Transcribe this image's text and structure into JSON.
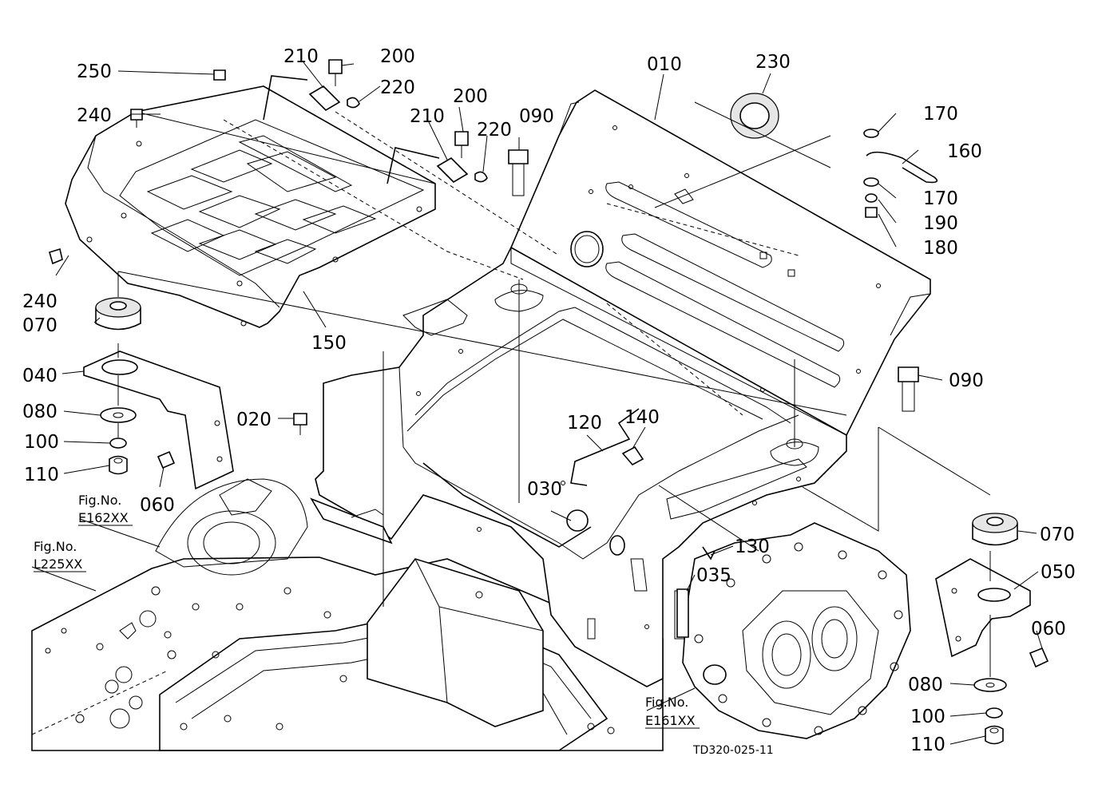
{
  "diagram": {
    "part_labels": [
      "250",
      "210",
      "200",
      "220",
      "210",
      "200",
      "220",
      "090",
      "010",
      "230",
      "170",
      "160",
      "170",
      "190",
      "180",
      "240",
      "240",
      "070",
      "150",
      "040",
      "080",
      "100",
      "110",
      "060",
      "020",
      "120",
      "140",
      "090",
      "030",
      "130",
      "035",
      "070",
      "050",
      "060",
      "080",
      "100",
      "110"
    ],
    "figure_references": [
      {
        "label": "Fig.No.",
        "code": "E162XX"
      },
      {
        "label": "Fig.No.",
        "code": "L225XX"
      },
      {
        "label": "Fig.No.",
        "code": "E161XX"
      }
    ],
    "drawing_code": "TD320-025-11"
  }
}
